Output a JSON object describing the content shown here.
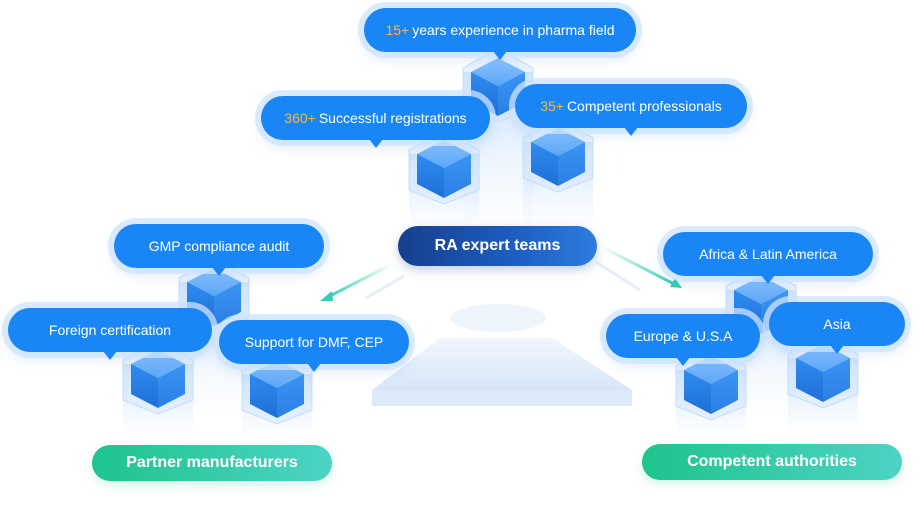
{
  "center": {
    "label": "RA expert teams"
  },
  "top_stats": [
    {
      "number": "15+",
      "text": "years experience in pharma field"
    },
    {
      "number": "360+",
      "text": "Successful registrations"
    },
    {
      "number": "35+",
      "text": "Competent professionals"
    }
  ],
  "left_group": {
    "label": "Partner manufacturers",
    "items": [
      "GMP compliance audit",
      "Foreign certification",
      "Support for DMF, CEP"
    ]
  },
  "right_group": {
    "label": "Competent authorities",
    "items": [
      "Africa & Latin America",
      "Europe & U.S.A",
      "Asia"
    ]
  },
  "colors": {
    "bubble": "#1a86f5",
    "number_accent": "#f5b93a",
    "center_pill": "#163f8c",
    "green_pill": "#1ec48d",
    "arrow": "#2fcfb0",
    "cube": "#2a82ea"
  }
}
